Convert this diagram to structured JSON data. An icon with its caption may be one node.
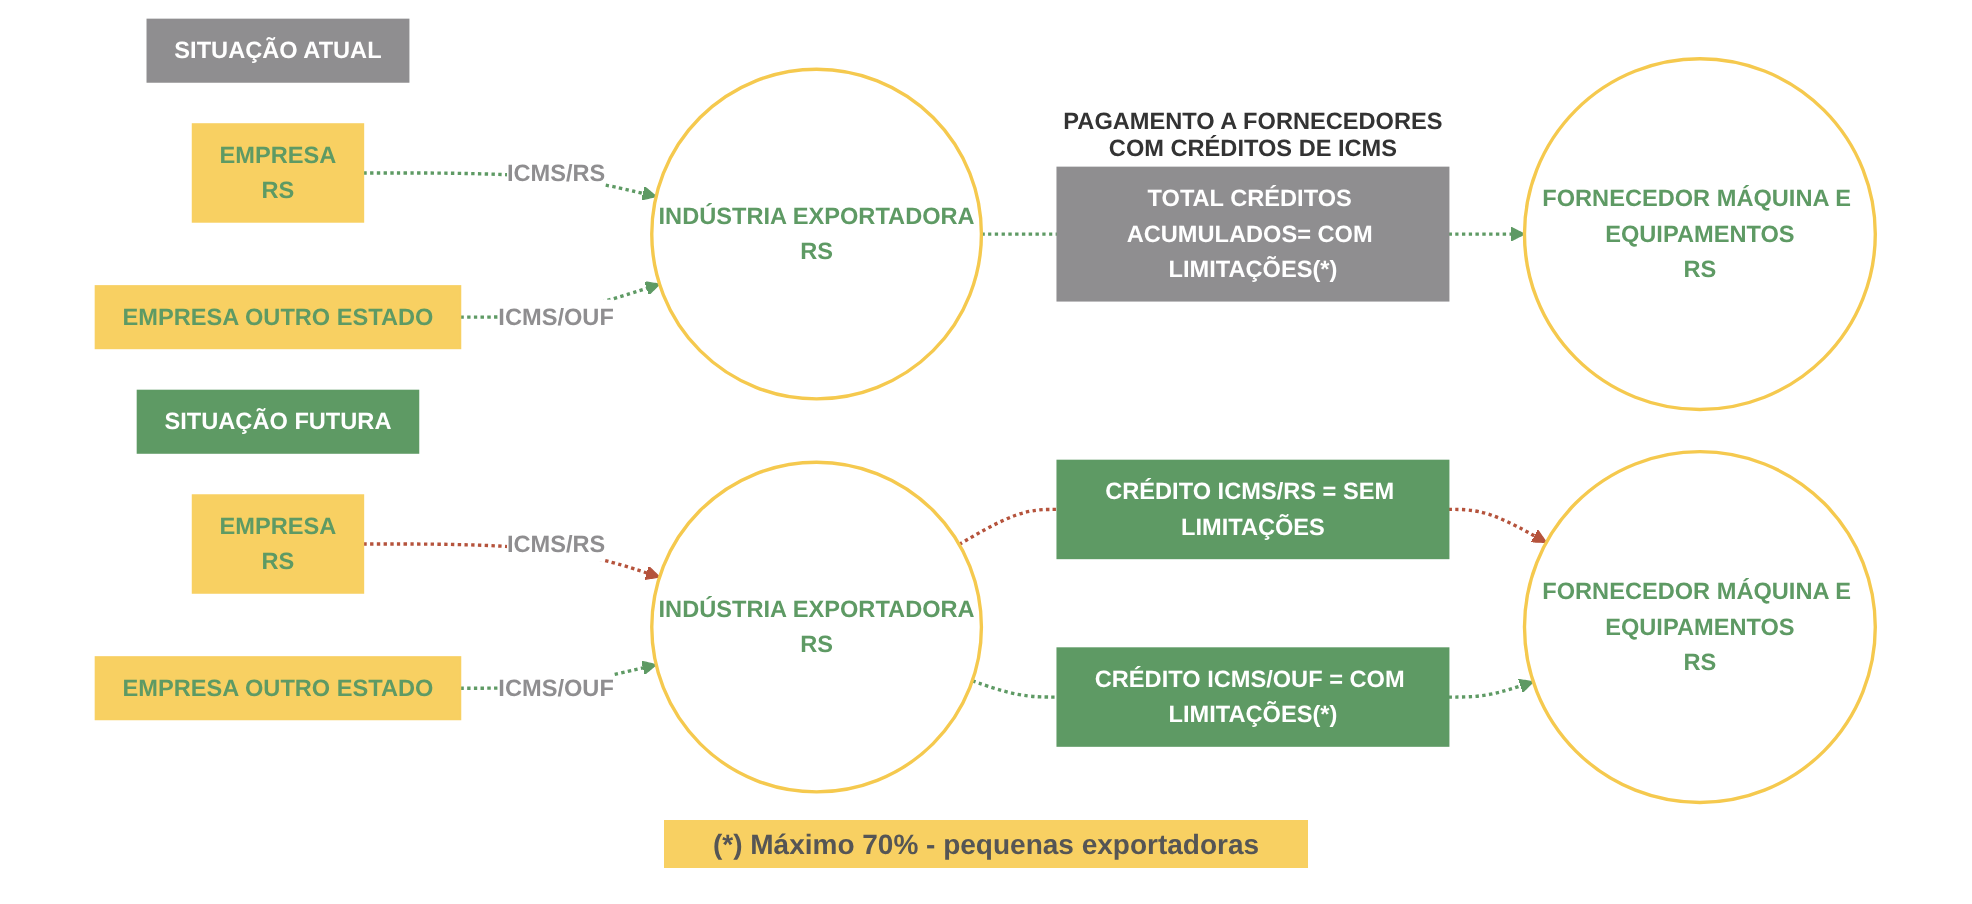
{
  "diagram": {
    "nodes": [
      {
        "text": [
          "SITUAÇÃO ATUAL"
        ]
      },
      {
        "text": [
          "EMPRESA",
          "RS"
        ]
      },
      {
        "text": [
          "EMPRESA OUTRO ESTADO"
        ]
      },
      {
        "text": [
          "INDÚSTRIA EXPORTADORA",
          "RS"
        ]
      },
      {
        "text": [
          "TOTAL CRÉDITOS ACUMULADOS= COM LIMITAÇÕES(*)"
        ],
        "beside": [
          "PAGAMENTO A FORNECEDORES COM CRÉDITOS DE ICMS"
        ]
      },
      {
        "text": [
          "FORNECEDOR MÁQUINA E EQUIPAMENTOS",
          "RS"
        ]
      },
      {
        "text": [
          "SITUAÇÃO FUTURA"
        ]
      },
      {
        "text": [
          "EMPRESA",
          "RS"
        ]
      },
      {
        "text": [
          "EMPRESA OUTRO ESTADO"
        ]
      },
      {
        "text": [
          "INDÚSTRIA EXPORTADORA",
          "RS"
        ]
      },
      {
        "text": [
          "CRÉDITO ICMS/RS = SEM LIMITAÇÕES"
        ]
      },
      {
        "text": [
          "CRÉDITO ICMS/OUF = COM LIMITAÇÕES(*)"
        ]
      },
      {
        "text": [
          "FORNECEDOR MÁQUINA E EQUIPAMENTOS",
          "RS"
        ]
      }
    ],
    "edges": [
      {
        "from": 1,
        "to": 3,
        "arrow": "to",
        "label": "ICMS/RS",
        "style": "dashed"
      },
      {
        "from": 2,
        "to": 3,
        "arrow": "to",
        "label": "ICMS/OUF",
        "style": "dashed"
      },
      {
        "from": 3,
        "to": 4,
        "arrow": "none",
        "style": "dashed"
      },
      {
        "from": 4,
        "to": 5,
        "arrow": "to",
        "style": "dashed"
      },
      {
        "from": 7,
        "to": 9,
        "arrow": "to",
        "label": "ICMS/RS",
        "style": "dashed",
        "color": "#b5533c"
      },
      {
        "from": 8,
        "to": 9,
        "arrow": "to",
        "label": "ICMS/OUF",
        "style": "dashed"
      },
      {
        "from": 9,
        "to": 10,
        "arrow": "none",
        "style": "dashed",
        "color": "#b5533c"
      },
      {
        "from": 10,
        "to": 12,
        "arrow": "to",
        "style": "dashed",
        "color": "#b5533c"
      },
      {
        "from": 9,
        "to": 11,
        "arrow": "none",
        "style": "dashed"
      },
      {
        "from": 11,
        "to": 12,
        "arrow": "to",
        "style": "dashed"
      }
    ],
    "labels": [
      "(*) Máximo 70% - pequenas exportadoras"
    ]
  }
}
